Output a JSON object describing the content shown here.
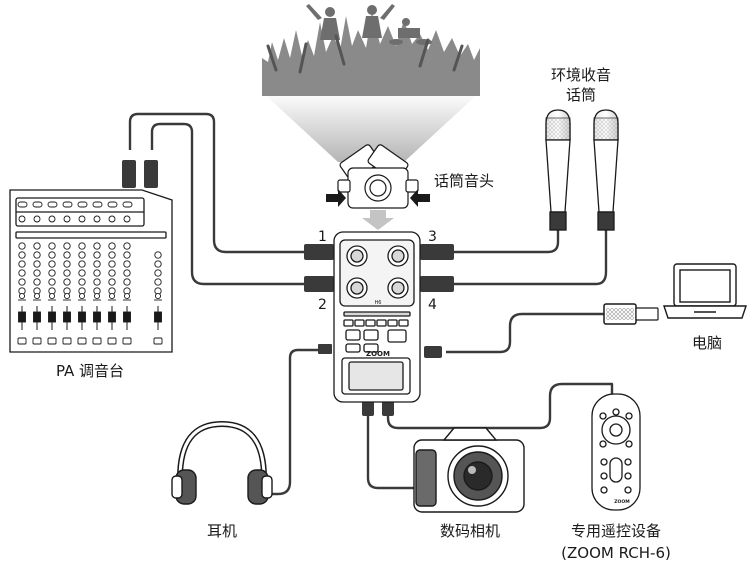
{
  "labels": {
    "ambient_mic": "环境收音",
    "ambient_mic_2": "话筒",
    "mic_capsule": "话筒音头",
    "input_1": "1",
    "input_2": "2",
    "input_3": "3",
    "input_4": "4",
    "pa_mixer": "PA 调音台",
    "computer": "电脑",
    "headphones": "耳机",
    "camera": "数码相机",
    "remote": "专用遥控设备",
    "remote_model": "(ZOOM RCH-6)"
  },
  "device": {
    "brand": "ZOOM",
    "model": "H6"
  },
  "remote_device": {
    "brand": "ZOOM"
  },
  "colors": {
    "line": "#1a1a1a",
    "cable": "#3a3a3a",
    "crowd": "#8a8a8a",
    "beam": "#d0d0d0"
  }
}
